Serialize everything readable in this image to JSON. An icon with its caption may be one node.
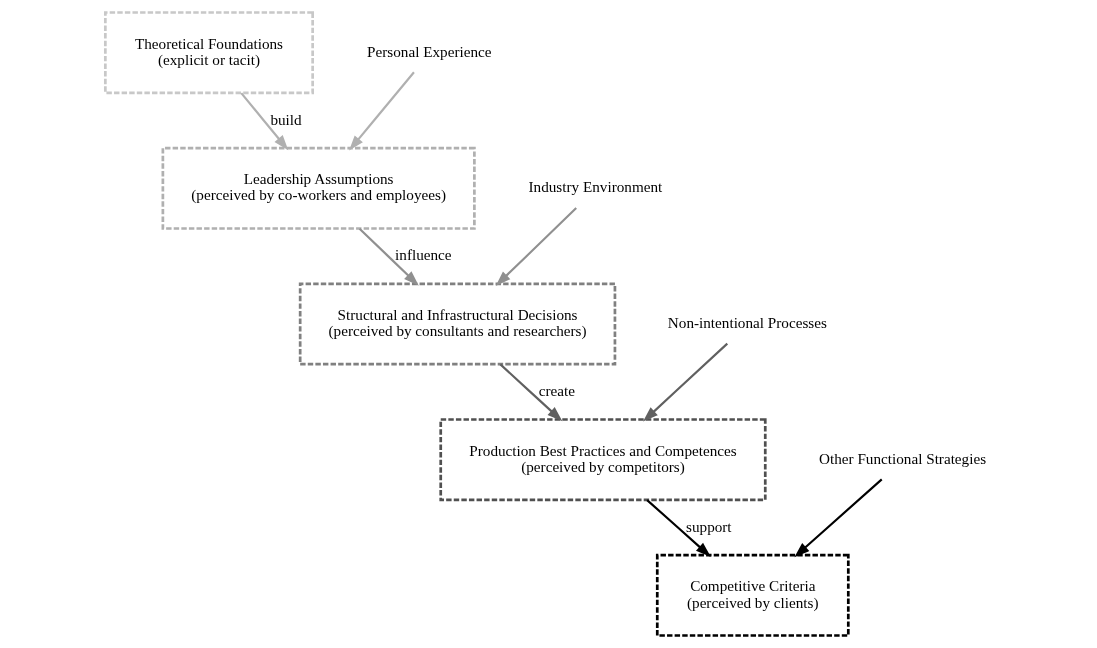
{
  "diagram": {
    "nodes": [
      {
        "text": [
          "Theoretical Foundations",
          "(explicit or tacit)"
        ]
      },
      {
        "text": [
          "Personal Experience"
        ]
      },
      {
        "text": [
          "Leadership Assumptions",
          "(perceived by co-workers and employees)"
        ]
      },
      {
        "text": [
          "Industry Environment"
        ]
      },
      {
        "text": [
          "Structural and Infrastructural Decisions",
          "(perceived by consultants and researchers)"
        ]
      },
      {
        "text": [
          "Non-intentional Processes"
        ]
      },
      {
        "text": [
          "Production Best Practices and Competences",
          "(perceived by competitors)"
        ]
      },
      {
        "text": [
          "Other Functional Strategies"
        ]
      },
      {
        "text": [
          "Competitive Criteria",
          "(perceived by clients)"
        ]
      }
    ],
    "edges": [
      {
        "from": 0,
        "to": 2,
        "arrow": "to",
        "label": "build",
        "color": "#b0b0b0"
      },
      {
        "from": 1,
        "to": 2,
        "arrow": "to",
        "color": "#b0b0b0"
      },
      {
        "from": 2,
        "to": 4,
        "arrow": "to",
        "label": "influence",
        "color": "#909090"
      },
      {
        "from": 3,
        "to": 4,
        "arrow": "to",
        "color": "#909090"
      },
      {
        "from": 4,
        "to": 6,
        "arrow": "to",
        "label": "create",
        "color": "#606060"
      },
      {
        "from": 5,
        "to": 6,
        "arrow": "to",
        "color": "#606060"
      },
      {
        "from": 6,
        "to": 8,
        "arrow": "to",
        "label": "support",
        "color": "#000000"
      },
      {
        "from": 7,
        "to": 8,
        "arrow": "to",
        "color": "#000000"
      }
    ]
  }
}
